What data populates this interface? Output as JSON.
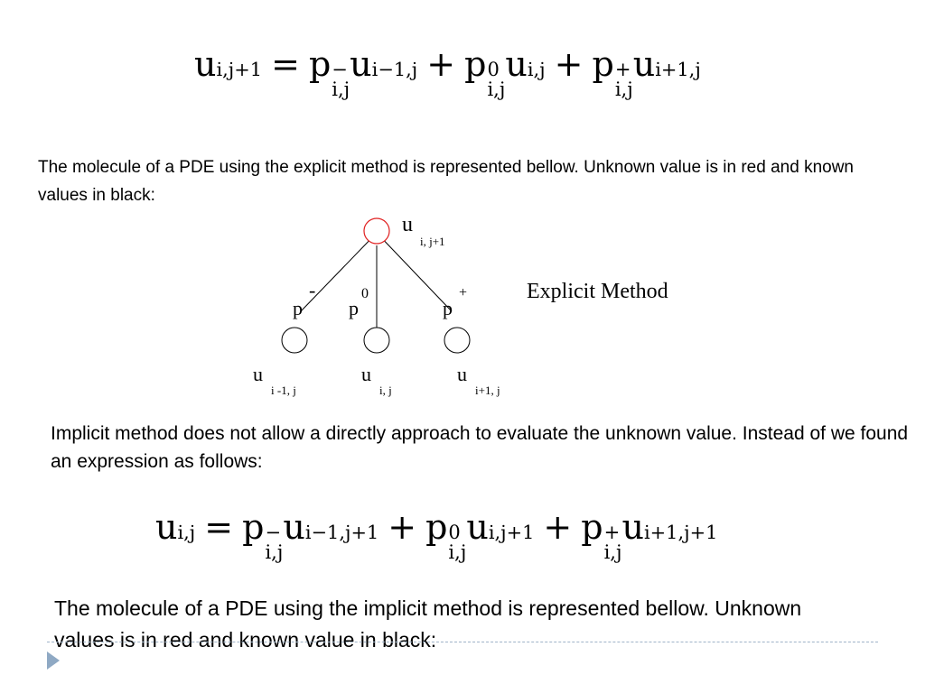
{
  "explicit_equation": {
    "lhs_var": "u",
    "lhs_sub": "i,j+1",
    "eq": "=",
    "t1_p": "p",
    "t1_sup": "−",
    "t1_sub": "i,j",
    "t1_u": "u",
    "t1_usub": "i−1,j",
    "plus1": "+",
    "t2_p": "p",
    "t2_sup": "0",
    "t2_sub": "i,j",
    "t2_u": "u",
    "t2_usub": "i,j",
    "plus2": "+",
    "t3_p": "p",
    "t3_sup": "+",
    "t3_sub": "i,j",
    "t3_u": "u",
    "t3_usub": "i+1,j"
  },
  "paragraph_explicit": "The molecule of a PDE using the explicit method is represented bellow. Unknown value is in red and known values in black:",
  "diagram": {
    "top_node_label": "u",
    "top_node_sub": "i, j+1",
    "edge_left_sup": "-",
    "edge_left_label": "p",
    "edge_mid_sup": "0",
    "edge_mid_label": "p",
    "edge_right_sup": "+",
    "edge_right_label": "p",
    "bottom_left_label": "u",
    "bottom_left_sub": "i -1, j",
    "bottom_mid_label": "u",
    "bottom_mid_sub": "i, j",
    "bottom_right_label": "u",
    "bottom_right_sub": "i+1, j",
    "title": "Explicit Method",
    "colors": {
      "unknown_node": "#e02020",
      "known_node": "#000000",
      "edge": "#000000"
    }
  },
  "paragraph_implicit": "Implicit method does not allow a directly approach to evaluate the unknown value. Instead of we found an expression as follows:",
  "implicit_equation": {
    "lhs_var": "u",
    "lhs_sub": "i,j",
    "eq": "=",
    "t1_p": "p",
    "t1_sup": "−",
    "t1_sub": "i,j",
    "t1_u": "u",
    "t1_usub": "i−1,j+1",
    "plus1": "+",
    "t2_p": "p",
    "t2_sup": "0",
    "t2_sub": "i,j",
    "t2_u": "u",
    "t2_usub": "i,j+1",
    "plus2": "+",
    "t3_p": "p",
    "t3_sup": "+",
    "t3_sub": "i,j",
    "t3_u": "u",
    "t3_usub": "i+1,j+1"
  },
  "paragraph_implicit_molecule": "The molecule of a PDE using the implicit method is represented bellow. Unknown values is in red and known value in black:",
  "colors": {
    "divider": "#9fb4c8",
    "bullet": "#8fa9c4"
  }
}
